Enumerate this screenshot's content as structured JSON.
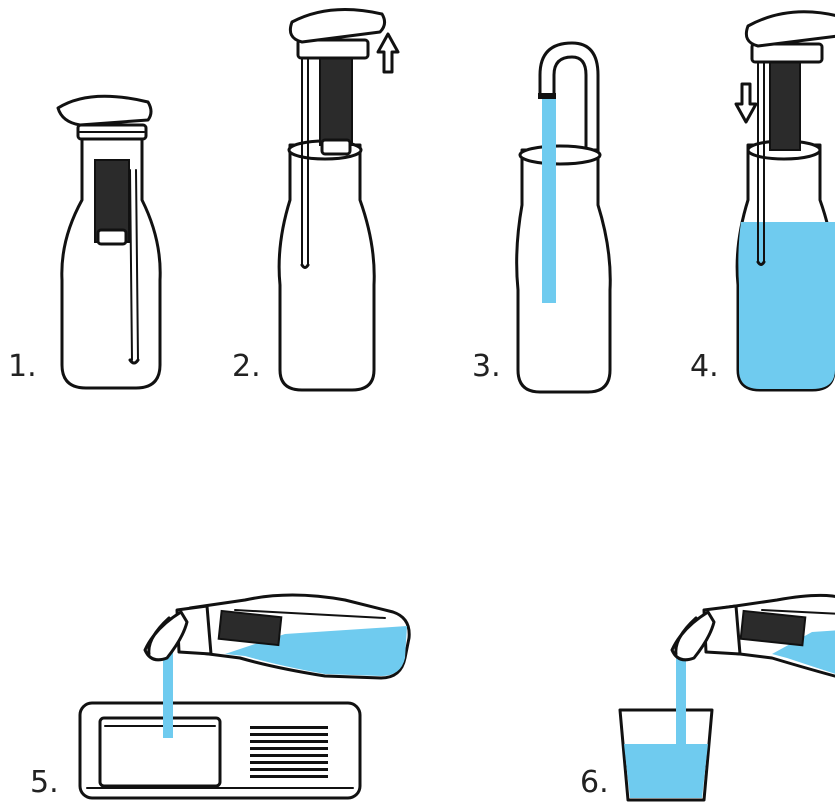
{
  "steps": [
    {
      "number": "1.",
      "action": "carafe-assembled"
    },
    {
      "number": "2.",
      "action": "lift-lid-filter"
    },
    {
      "number": "3.",
      "action": "fill-from-tap"
    },
    {
      "number": "4.",
      "action": "insert-lid-filter"
    },
    {
      "number": "5.",
      "action": "pour-into-drip-tray"
    },
    {
      "number": "6.",
      "action": "pour-into-glass"
    }
  ],
  "colors": {
    "water": "#6fcbef",
    "outline": "#111111",
    "filter": "#2b2b2b",
    "background": "#ffffff"
  }
}
